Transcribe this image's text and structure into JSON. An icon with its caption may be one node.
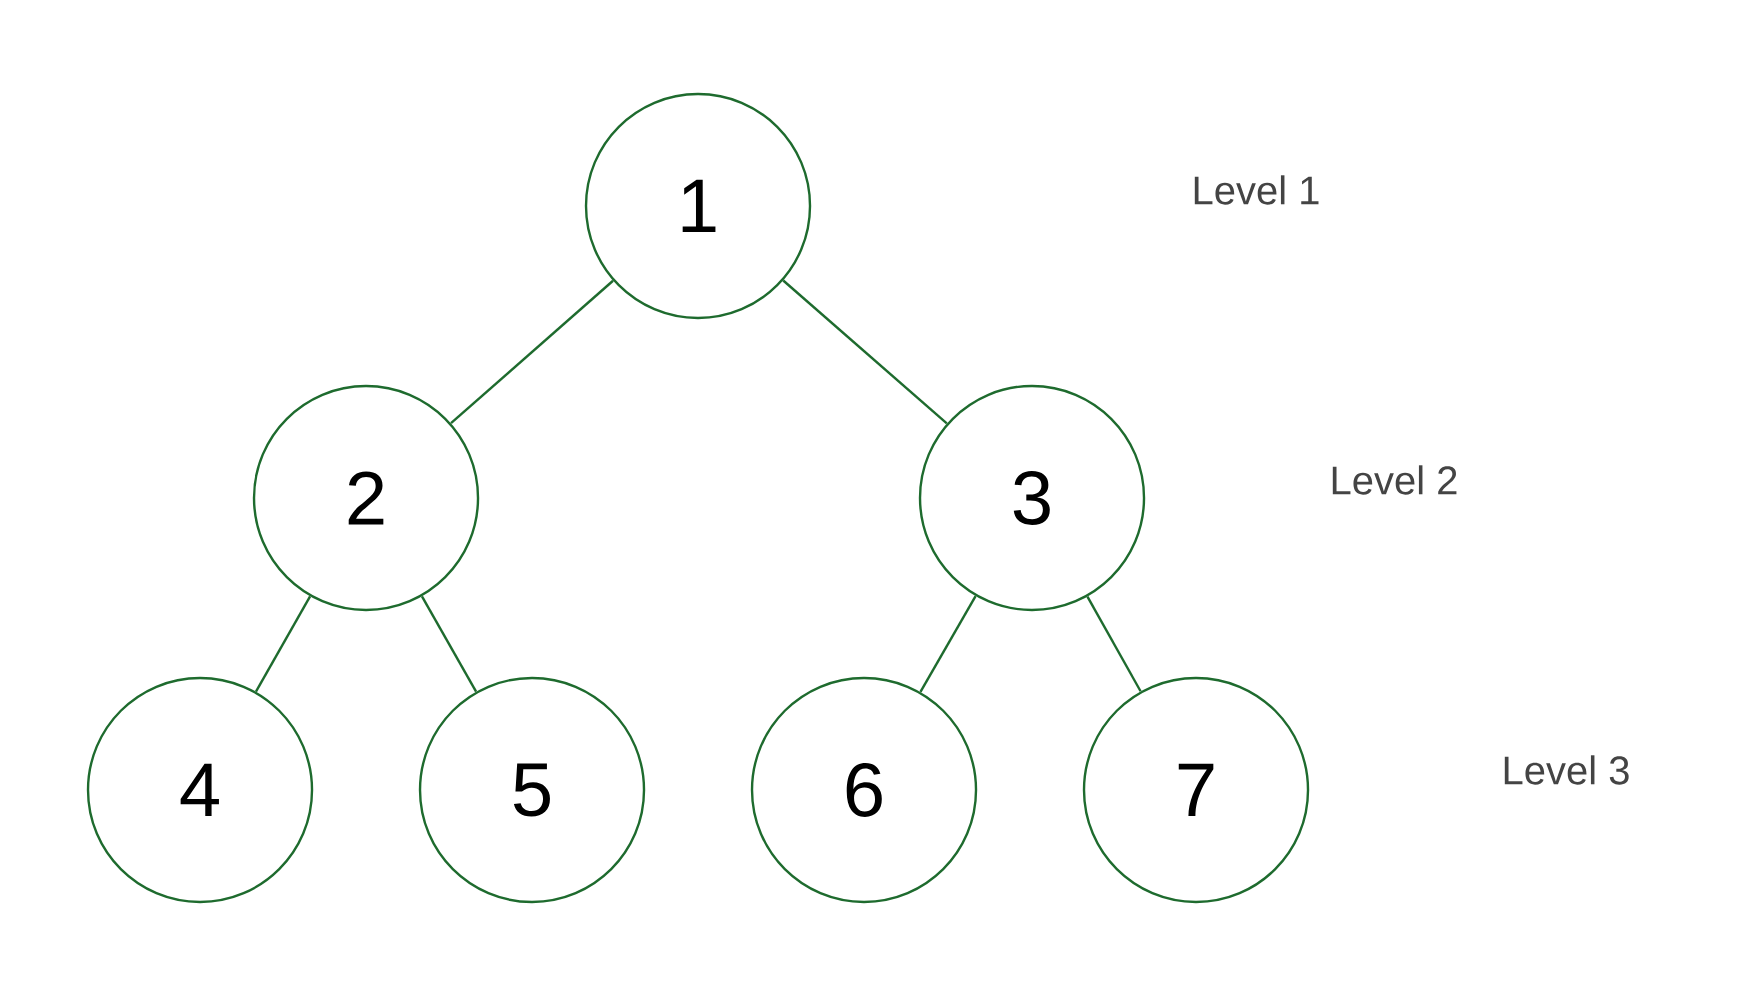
{
  "diagram": {
    "nodes": [
      {
        "text": [
          "1"
        ]
      },
      {
        "text": [
          "2"
        ]
      },
      {
        "text": [
          "3"
        ]
      },
      {
        "text": [
          "4"
        ]
      },
      {
        "text": [
          "5"
        ]
      },
      {
        "text": [
          "6"
        ]
      },
      {
        "text": [
          "7"
        ]
      }
    ],
    "edges": [
      {
        "from": 0,
        "to": 1,
        "arrow": "none"
      },
      {
        "from": 0,
        "to": 2,
        "arrow": "none"
      },
      {
        "from": 1,
        "to": 3,
        "arrow": "none"
      },
      {
        "from": 1,
        "to": 4,
        "arrow": "none"
      },
      {
        "from": 2,
        "to": 5,
        "arrow": "none"
      },
      {
        "from": 2,
        "to": 6,
        "arrow": "none"
      }
    ],
    "labels": [
      "Level 1",
      "Level 2",
      "Level 3"
    ]
  }
}
